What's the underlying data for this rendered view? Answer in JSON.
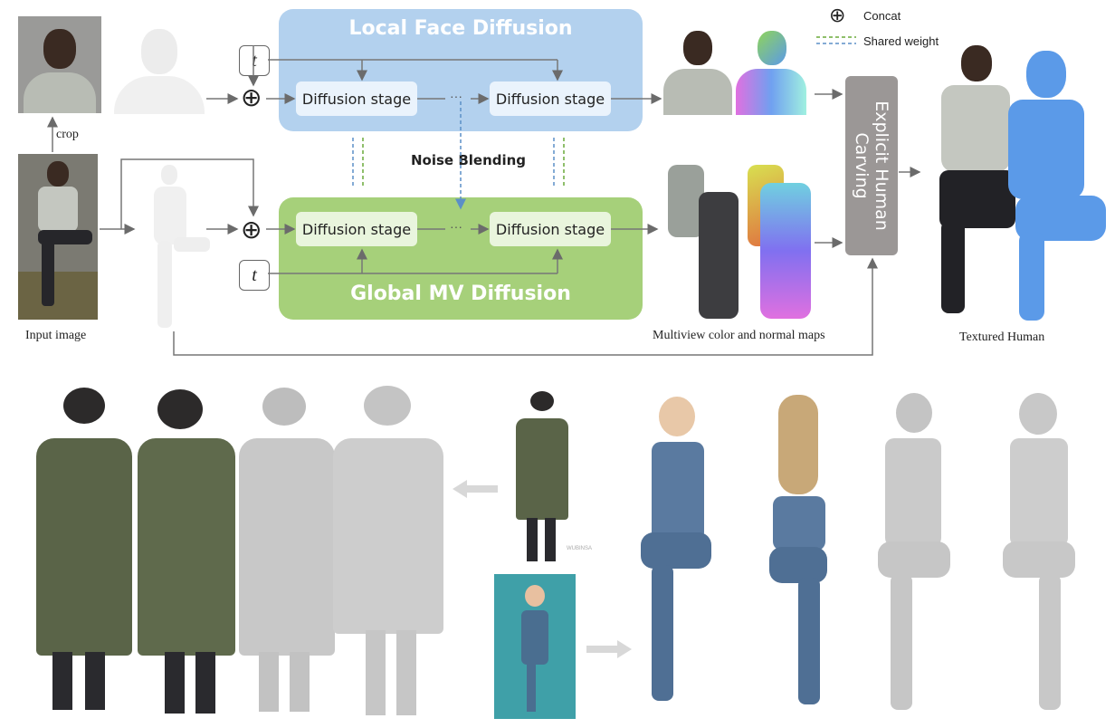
{
  "diagram": {
    "local_face": {
      "title": "Local Face Diffusion",
      "stage_left": "Diffusion stage",
      "stage_right": "Diffusion stage",
      "dots": "···"
    },
    "global_mv": {
      "title": "Global MV Diffusion",
      "stage_left": "Diffusion stage",
      "stage_right": "Diffusion stage",
      "dots": "···"
    },
    "timestep_symbol": "t",
    "noise_blending": "Noise Blending",
    "carving": {
      "line1": "Explicit Human",
      "line2": "Carving"
    },
    "legend": {
      "concat_label": "Concat",
      "shared_label": "Shared weight",
      "concat_symbol": "⊕"
    },
    "concat_symbol": "⊕",
    "labels": {
      "crop": "crop",
      "input_image": "Input image",
      "multiview": "Multiview color and normal maps",
      "textured_human": "Textured Human"
    }
  },
  "gallery": {
    "watermark": "WUBINSA"
  },
  "colors": {
    "face_box": "#b3d1ee",
    "global_box": "#a6d07a",
    "carving_box": "#9b9796",
    "shared_blue": "#5b8fc7",
    "shared_green": "#6aaa3a",
    "normal_map_blue": "#5b9ae8",
    "coat_olive": "#5a6448",
    "teal_bg": "#3fa0a8"
  }
}
